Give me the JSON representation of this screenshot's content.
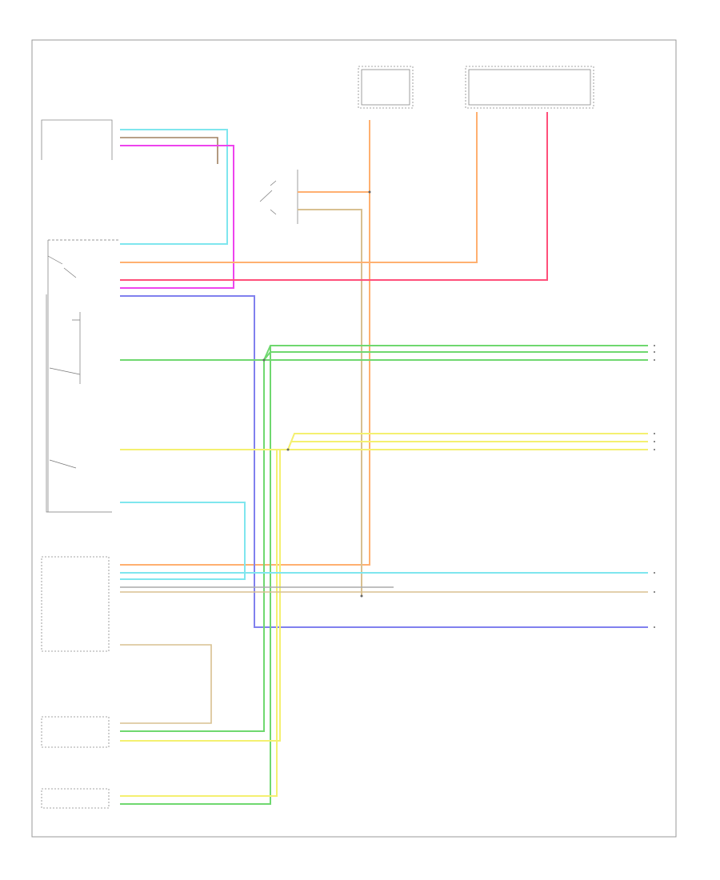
{
  "diagram": {
    "footer_code": "",
    "components": [
      {
        "id": "mirror-switch",
        "label": ""
      },
      {
        "id": "fuse-block-left",
        "label": ""
      },
      {
        "id": "fuse-block-right",
        "label": ""
      },
      {
        "id": "door-lock-module",
        "label": ""
      },
      {
        "id": "body-control-module",
        "label": ""
      },
      {
        "id": "instrument-cluster",
        "label": ""
      },
      {
        "id": "headlamp-switch",
        "label": ""
      }
    ],
    "wire_colors": {
      "cyan": "#5fd8e6",
      "light_blue_cyan": "#7fe6ee",
      "magenta": "#ee44ee",
      "pink_red": "#ff4f7a",
      "orange": "#ffb070",
      "tan": "#d8c090",
      "green": "#6fd86f",
      "yellow": "#f4f070",
      "blue": "#8080ee",
      "gray": "#888888"
    }
  }
}
